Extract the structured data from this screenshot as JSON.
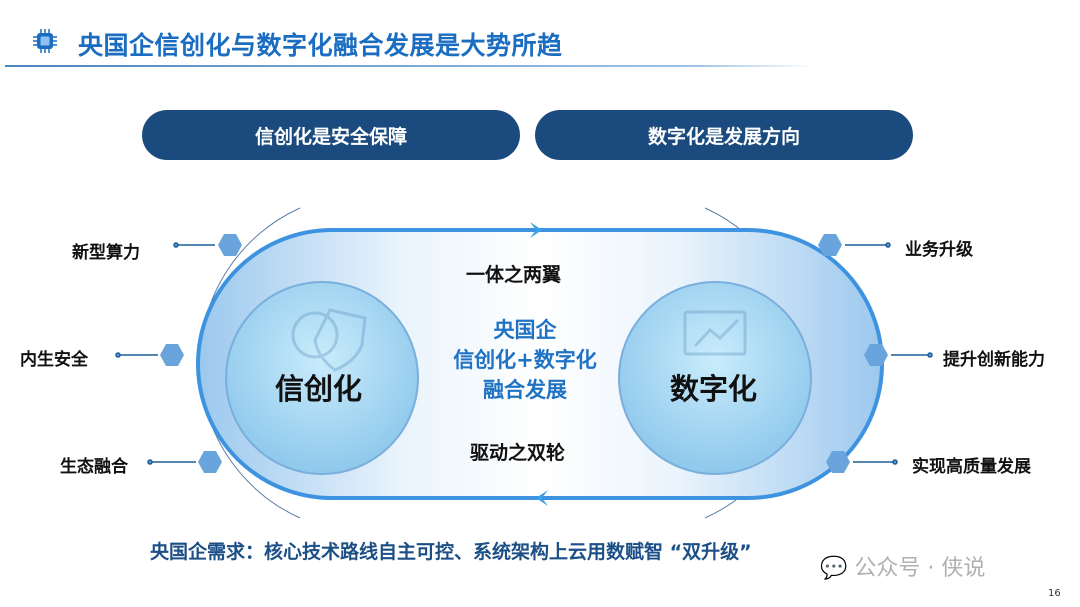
{
  "header": {
    "title": "央国企信创化与数字化融合发展是大势所趋",
    "icon": "chip-icon"
  },
  "pills": {
    "left": "信创化是安全保障",
    "right": "数字化是发展方向"
  },
  "diagram": {
    "top_label": "一体之两翼",
    "bottom_label": "驱动之双轮",
    "center_lines": [
      "央国企",
      "信创化+数字化",
      "融合发展"
    ],
    "left_circle": "信创化",
    "right_circle": "数字化",
    "left_items": [
      "新型算力",
      "内生安全",
      "生态融合"
    ],
    "right_items": [
      "业务升级",
      "提升创新能力",
      "实现高质量发展"
    ]
  },
  "footer": {
    "demand": "央国企需求：核心技术路线自主可控、系统架构上云用数赋智 “双升级”",
    "watermark": "公众号 · 侠说",
    "page_number": "16"
  },
  "colors": {
    "title": "#1a6dc0",
    "pill": "#1b4b7e",
    "ring": "#3d93e0"
  }
}
